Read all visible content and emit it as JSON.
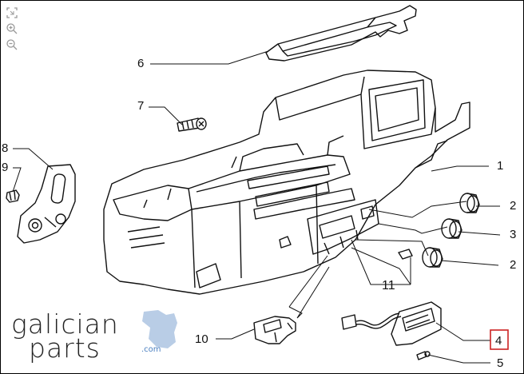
{
  "toolbar": {
    "fit_icon": "fit-to-window-icon",
    "zoom_in_icon": "zoom-in-icon",
    "zoom_out_icon": "zoom-out-icon"
  },
  "callouts": {
    "c1": "1",
    "c2a": "2",
    "c2b": "2",
    "c3": "3",
    "c4": "4",
    "c5": "5",
    "c6": "6",
    "c7": "7",
    "c8": "8",
    "c9": "9",
    "c10": "10",
    "c11": "11"
  },
  "highlight": {
    "callout": "4",
    "color": "#cc2222"
  },
  "logo": {
    "line1": "galician",
    "line2": "parts",
    "suffix": ".com",
    "accent_color": "#b9cde6"
  }
}
